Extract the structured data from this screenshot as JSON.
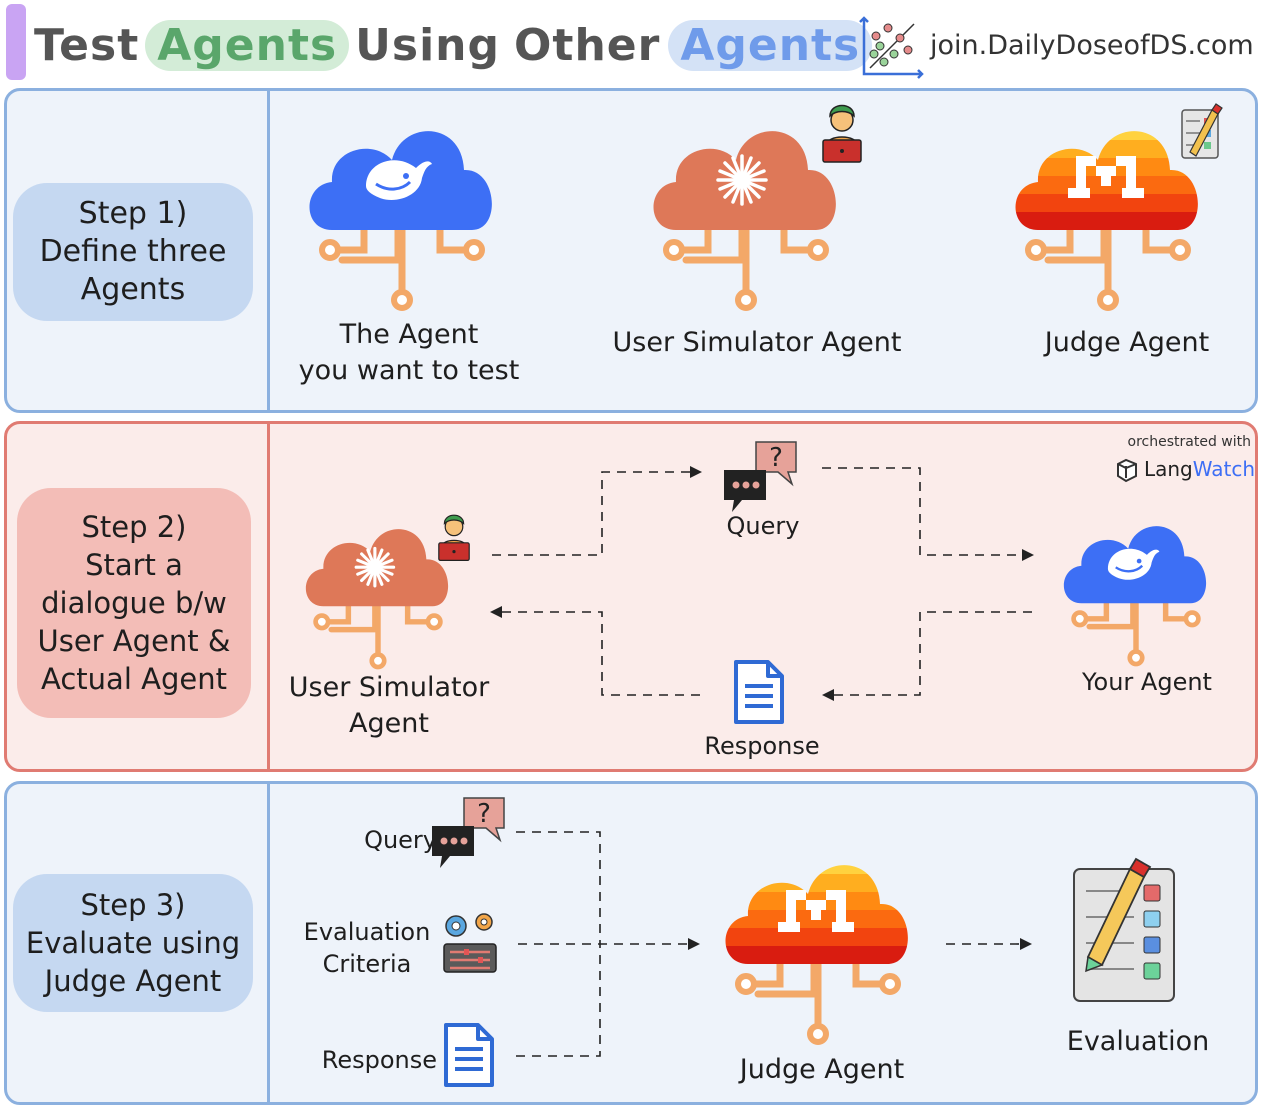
{
  "header": {
    "title_word1": "Test",
    "title_word2": "Agents",
    "title_word3": "Using",
    "title_word4": "Other",
    "title_word5": "Agents",
    "brand": "join.DailyDoseofDS.com"
  },
  "step1": {
    "pill_lines": [
      "Step 1)",
      "Define three",
      "Agents"
    ],
    "agent_test_lines": [
      "The Agent",
      "you want to test"
    ],
    "user_sim_label": "User Simulator Agent",
    "judge_label": "Judge Agent"
  },
  "step2": {
    "pill_lines": [
      "Step 2)",
      "Start a",
      "dialogue b/w",
      "User Agent &",
      "Actual Agent"
    ],
    "orchestrated": "orchestrated with",
    "langwatch_a": "Lang",
    "langwatch_b": "Watch",
    "user_sim_lines": [
      "User Simulator",
      "Agent"
    ],
    "query_label": "Query",
    "response_label": "Response",
    "your_agent_label": "Your Agent"
  },
  "step3": {
    "pill_lines": [
      "Step 3)",
      "Evaluate using",
      "Judge Agent"
    ],
    "query_label": "Query",
    "criteria_lines": [
      "Evaluation",
      "Criteria"
    ],
    "response_label": "Response",
    "judge_label": "Judge Agent",
    "evaluation_label": "Evaluation"
  },
  "colors": {
    "blue_cloud": "#3d6ff5",
    "orange_cloud": "#de7858",
    "circuit": "#f3a868",
    "panel_blue_border": "#8bb0df",
    "panel_red_border": "#e07b72"
  },
  "icons": [
    "deepseek-whale-icon",
    "sparkle-icon",
    "mistral-m-icon",
    "user-laptop-icon",
    "clipboard-check-icon",
    "chat-bubble-icon",
    "document-icon",
    "gears-icon",
    "sliders-icon",
    "langwatch-logo-icon",
    "scatter-logo-icon"
  ]
}
